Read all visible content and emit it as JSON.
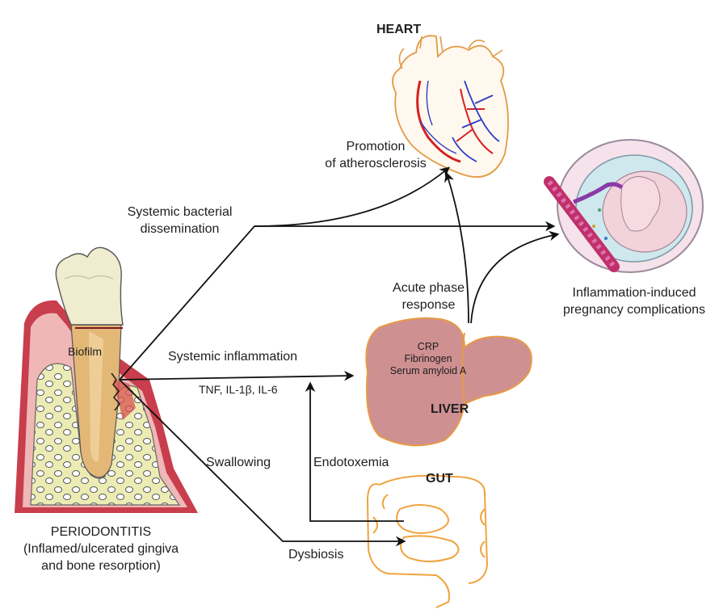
{
  "organs": {
    "heart": "HEART",
    "liver": "LIVER",
    "gut": "GUT"
  },
  "periodontitis": {
    "title": "PERIODONTITIS",
    "line1": "(Inflamed/ulcerated gingiva",
    "line2": "and bone resorption)",
    "biofilm": "Biofilm"
  },
  "pathways": {
    "bacterial_l1": "Systemic bacterial",
    "bacterial_l2": "dissemination",
    "inflammation": "Systemic inflammation",
    "cytokines": "TNF, IL-1β, IL-6",
    "swallowing": "Swallowing",
    "dysbiosis": "Dysbiosis",
    "endotoxemia": "Endotoxemia",
    "acute_l1": "Acute phase",
    "acute_l2": "response"
  },
  "outcomes": {
    "athero_l1": "Promotion",
    "athero_l2": "of atherosclerosis",
    "preg_l1": "Inflammation-induced",
    "preg_l2": "pregnancy complications"
  },
  "liver_markers": [
    "CRP",
    "Fibrinogen",
    "Serum amyloid A"
  ]
}
